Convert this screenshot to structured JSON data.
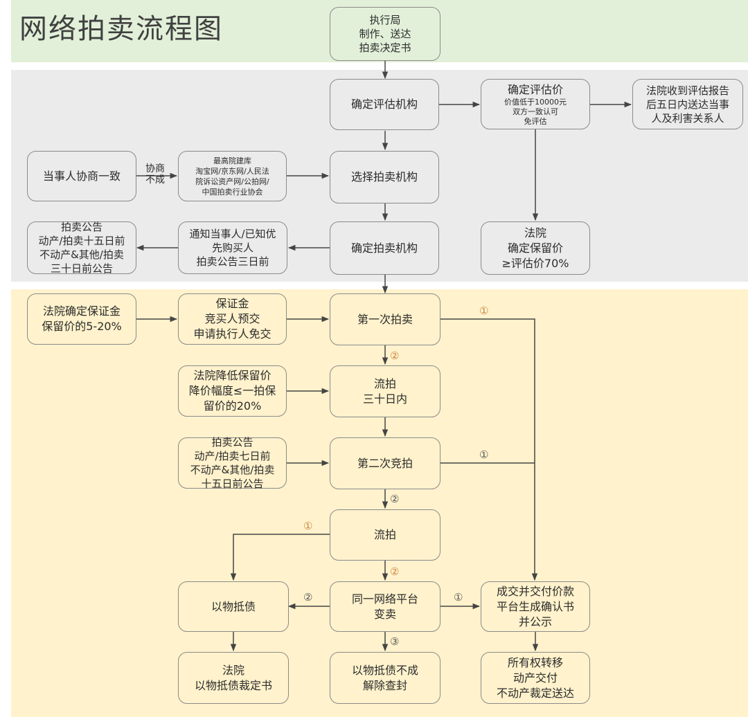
{
  "title": "网络拍卖流程图",
  "nodes": {
    "exec_bureau": [
      "执行局",
      "制作、送达",
      "拍卖决定书"
    ],
    "appraisal_agency": [
      "确定评估机构"
    ],
    "valuation": {
      "main": "确定评估价",
      "sub": [
        "价值低于10000元",
        "双方一致认可",
        "免评估"
      ]
    },
    "report_delivery": [
      "法院收到评估报告",
      "后五日内送达当事",
      "人及利害关系人"
    ],
    "parties_agree": [
      "当事人协商一致"
    ],
    "platforms": [
      "最高院建库",
      "淘宝网/京东网/人民法",
      "院诉讼资产网/公拍网/",
      "中国拍卖行业协会"
    ],
    "select_agency": [
      "选择拍卖机构"
    ],
    "auction_notice_1": [
      "拍卖公告",
      "动产/拍卖十五日前",
      "不动产&其他/拍卖",
      "三十日前公告"
    ],
    "notify_parties": [
      "通知当事人/已知优",
      "先购买人",
      "拍卖公告三日前"
    ],
    "confirm_agency": [
      "确定拍卖机构"
    ],
    "reserve_price": [
      "法院",
      "确定保留价",
      "≥评估价70%"
    ],
    "deposit_set": [
      "法院确定保证金",
      "保留价的5-20%"
    ],
    "deposit": [
      "保证金",
      "竞买人预交",
      "申请执行人免交"
    ],
    "first_auction": [
      "第一次拍卖"
    ],
    "lower_reserve": [
      "法院降低保留价",
      "降价幅度≤一拍保",
      "留价的20%"
    ],
    "unsold_1": [
      "流拍",
      "三十日内"
    ],
    "auction_notice_2": [
      "拍卖公告",
      "动产/拍卖七日前",
      "不动产&其他/拍卖",
      "十五日前公告"
    ],
    "second_auction": [
      "第二次竞拍"
    ],
    "unsold_2": [
      "流拍"
    ],
    "debt_offset": [
      "以物抵债"
    ],
    "resale": [
      "同一网络平台",
      "变卖"
    ],
    "deal": [
      "成交并交付价款",
      "平台生成确认书",
      "并公示"
    ],
    "court_ruling": [
      "法院",
      "以物抵债裁定书"
    ],
    "offset_failed": [
      "以物抵债不成",
      "解除查封"
    ],
    "ownership": [
      "所有权转移",
      "动产交付",
      "不动产裁定送达"
    ]
  },
  "edge_labels": {
    "negotiation_failed": [
      "协商",
      "不成"
    ],
    "circled_1": "①",
    "circled_2": "②",
    "circled_3": "③"
  },
  "colors": {
    "top_band": "#e2f0d9",
    "middle_band": "#ebebeb",
    "bottom_band": "#fff2cc",
    "border": "#8a8a8a",
    "line": "#444444",
    "label_orange": "#c9853f"
  }
}
